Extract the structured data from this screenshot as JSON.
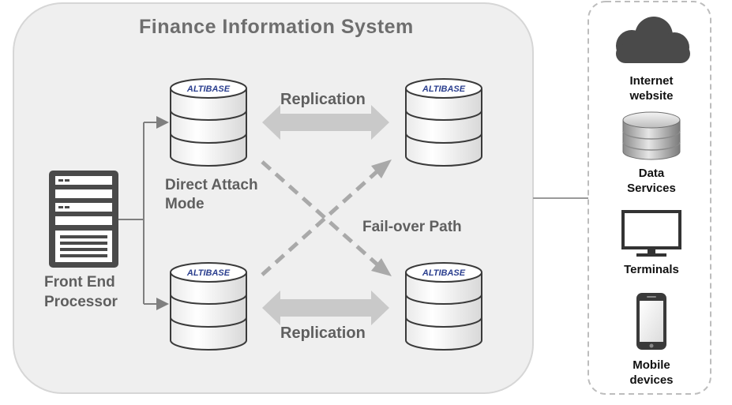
{
  "system": {
    "title": "Finance Information System",
    "front_end_label_line1": "Front End",
    "front_end_label_line2": "Processor",
    "direct_attach_line1": "Direct Attach",
    "direct_attach_line2": "Mode",
    "replication_top": "Replication",
    "replication_bottom": "Replication",
    "failover_label": "Fail-over Path",
    "db_brand": "ALTIBASE"
  },
  "clients": {
    "internet_line1": "Internet",
    "internet_line2": "website",
    "data_line1": "Data",
    "data_line2": "Services",
    "terminals": "Terminals",
    "mobile_line1": "Mobile",
    "mobile_line2": "devices"
  },
  "colors": {
    "panel_fill": "#efefef",
    "panel_stroke": "#d6d6d6",
    "arrow_gray": "#c9c9c9",
    "brand_blue": "#2b3f8f",
    "line_gray": "#7f7f7f"
  }
}
